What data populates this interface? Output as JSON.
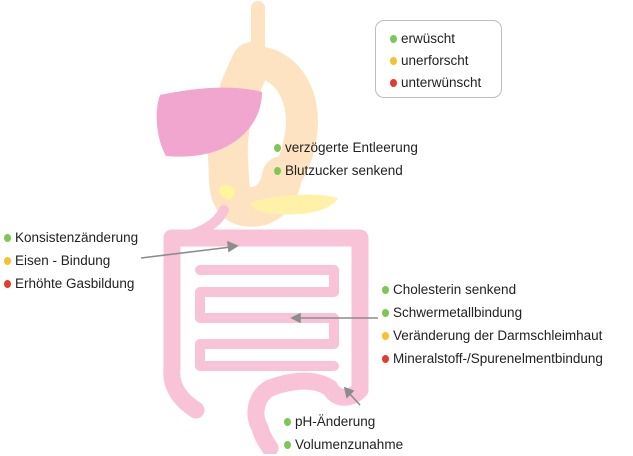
{
  "colors": {
    "desired": "#7dc855",
    "unexplored": "#f5c12e",
    "undesired": "#e53a2e",
    "stomach": "#fde3c2",
    "liver": "#f0a6cf",
    "intestine": "#f9c3d7",
    "arrow": "#8c8c8c"
  },
  "legend": [
    {
      "label": "erwüscht",
      "color": "desired",
      "icon": "green-dot-icon"
    },
    {
      "label": "unerforscht",
      "color": "unexplored",
      "icon": "yellow-dot-icon"
    },
    {
      "label": "unterwünscht",
      "color": "undesired",
      "icon": "red-dot-icon"
    }
  ],
  "annotations": {
    "stomach": [
      {
        "label": "verzögerte Entleerung",
        "color": "desired"
      },
      {
        "label": "Blutzucker senkend",
        "color": "desired"
      }
    ],
    "upper_intestine": [
      {
        "label": "Konsistenzänderung",
        "color": "desired"
      },
      {
        "label": "Eisen - Bindung",
        "color": "unexplored"
      },
      {
        "label": "Erhöhte Gasbildung",
        "color": "undesired"
      }
    ],
    "small_intestine": [
      {
        "label": "Cholesterin senkend",
        "color": "desired"
      },
      {
        "label": "Schwermetallbindung",
        "color": "desired"
      },
      {
        "label": "Veränderung der Darmschleimhaut",
        "color": "unexplored"
      },
      {
        "label": "Mineralstoff-/Spurenelmentbindung",
        "color": "undesired"
      }
    ],
    "colon": [
      {
        "label": "pH-Änderung",
        "color": "desired"
      },
      {
        "label": "Volumenzunahme",
        "color": "desired"
      }
    ]
  }
}
